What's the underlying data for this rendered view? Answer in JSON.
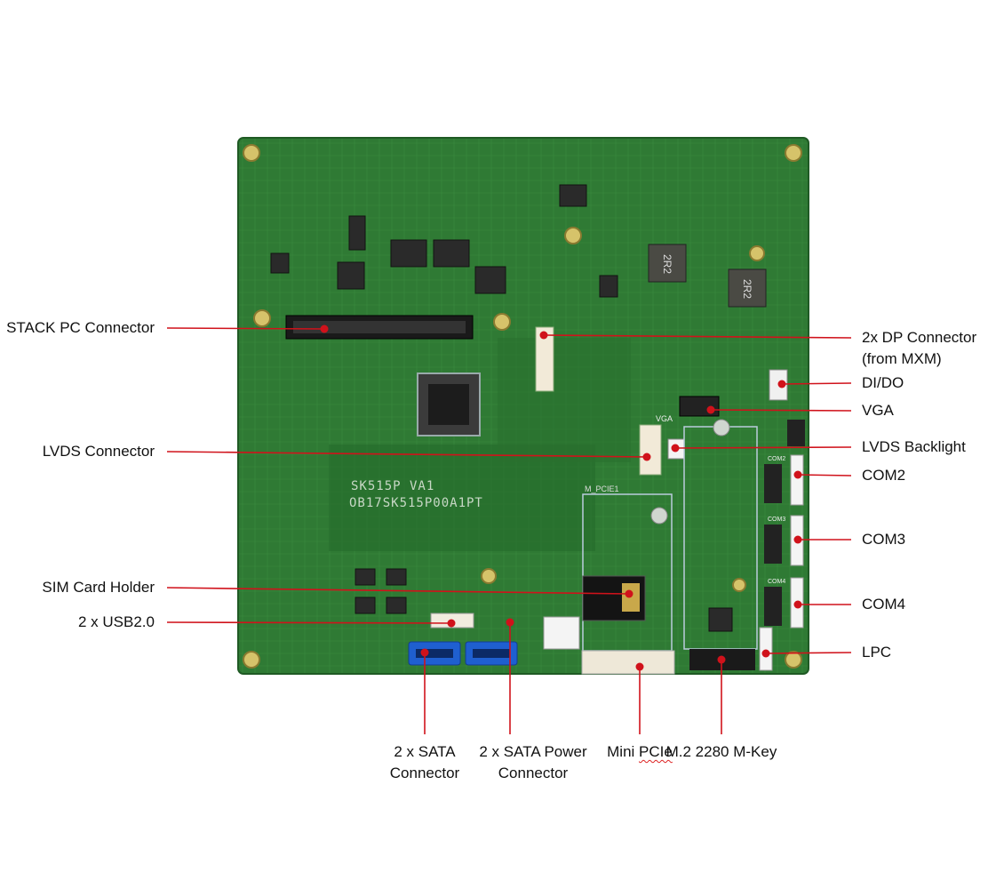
{
  "board": {
    "silkscreen_line1": "SK515P VA1",
    "silkscreen_line2": "OB17SK515P00A1PT",
    "marking_vga": "VGA",
    "marking_mpcie": "M_PCIE1",
    "marking_com2": "COM2",
    "marking_com3": "COM3",
    "marking_com4": "COM4",
    "inductor_1": "2R2",
    "inductor_2": "2R2"
  },
  "callouts": {
    "left": [
      "STACK PC Connector",
      "LVDS Connector",
      "SIM Card Holder",
      "2 x USB2.0"
    ],
    "right": [
      "2x DP Connector\n(from MXM)",
      "DI/DO",
      "VGA",
      "LVDS Backlight",
      "COM2",
      "COM3",
      "COM4",
      "LPC"
    ],
    "bottom": [
      "2 x SATA\nConnector",
      "2 x SATA Power\nConnector",
      "Mini PCIe",
      "M.2 2280 M-Key"
    ]
  },
  "colors": {
    "pcb": "#2f7a34",
    "pcb_dark": "#1f5a24",
    "callout_line": "#d0121b",
    "sata": "#1f5fd0"
  }
}
